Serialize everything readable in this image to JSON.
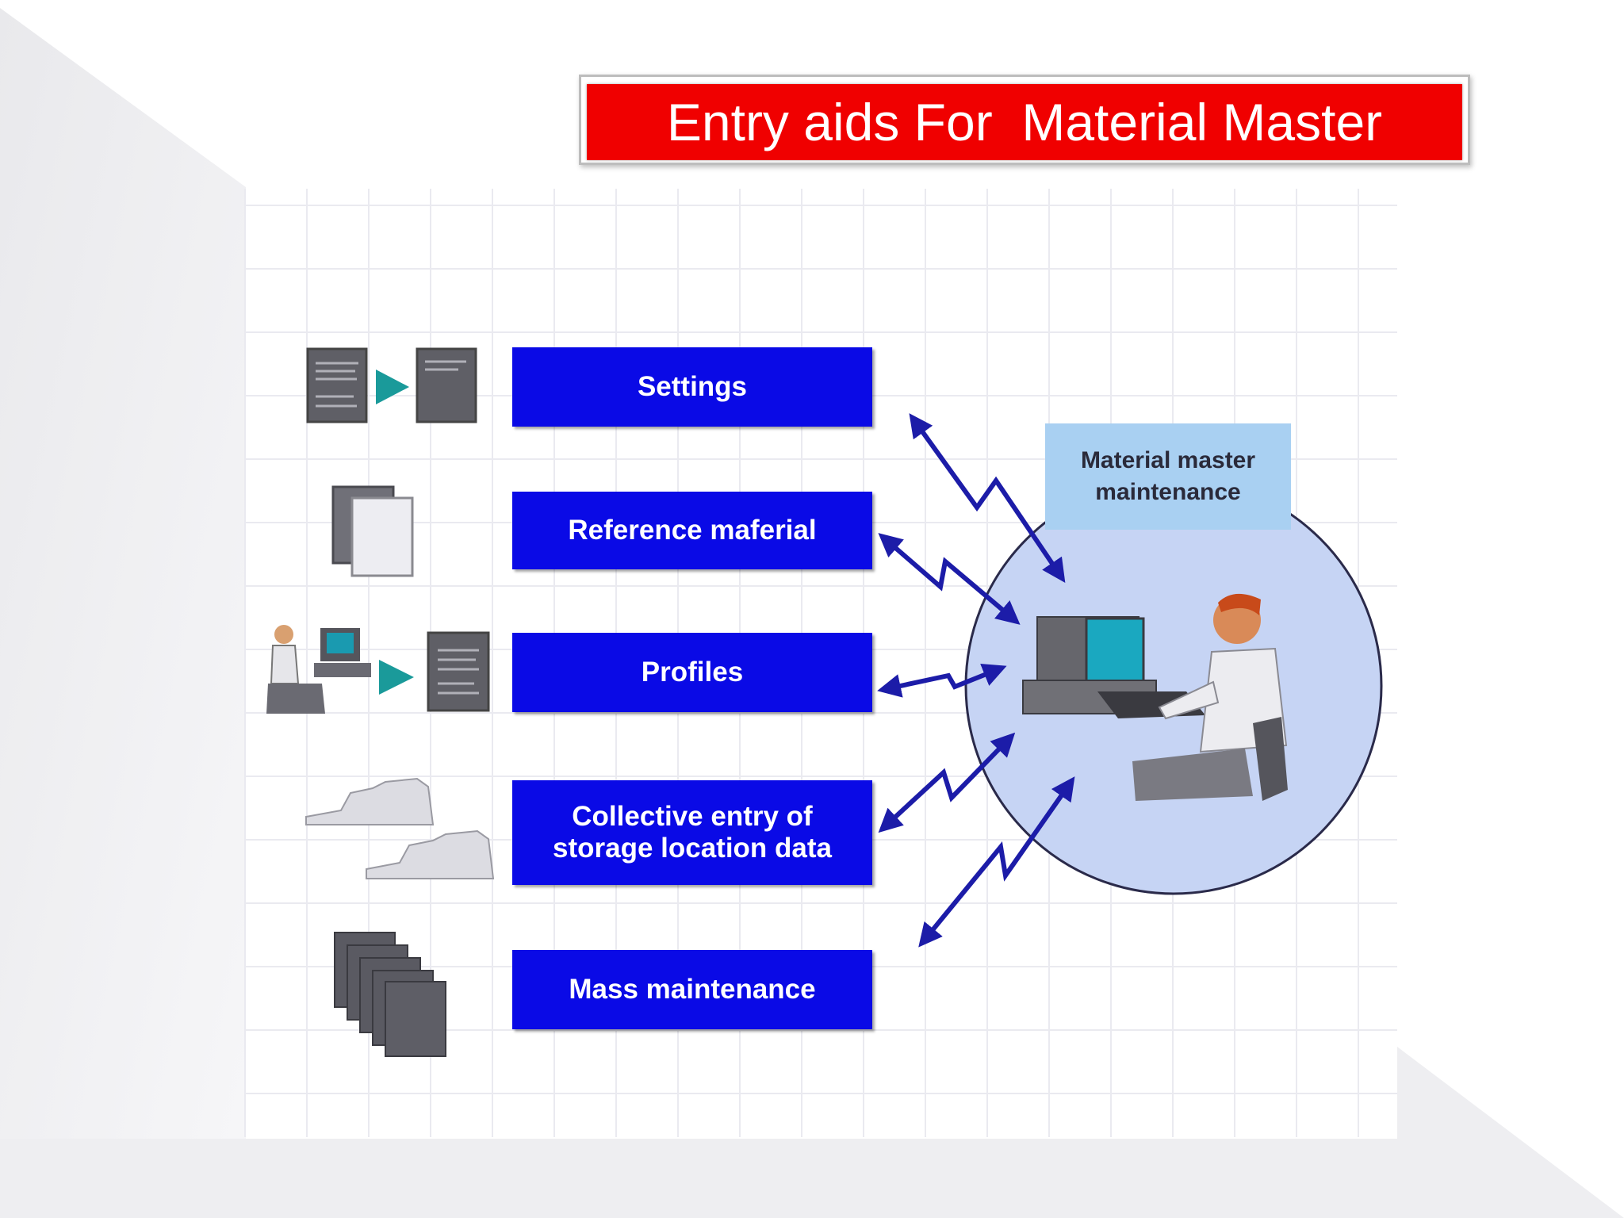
{
  "slide": {
    "title": "Entry aids For  Material Master"
  },
  "diagram": {
    "aids": [
      {
        "label": "Settings"
      },
      {
        "label": "Reference maferial"
      },
      {
        "label": "Profiles"
      },
      {
        "label": "Collective entry of storage location data"
      },
      {
        "label": "Mass maintenance"
      }
    ],
    "center_label": "Material master maintenance"
  },
  "colors": {
    "title_background": "#f00000",
    "box_background": "#0a0ae6",
    "arrow": "#1c1ca8",
    "center_circle": "#c6d4f4",
    "center_label_background": "#a9d0f2"
  }
}
